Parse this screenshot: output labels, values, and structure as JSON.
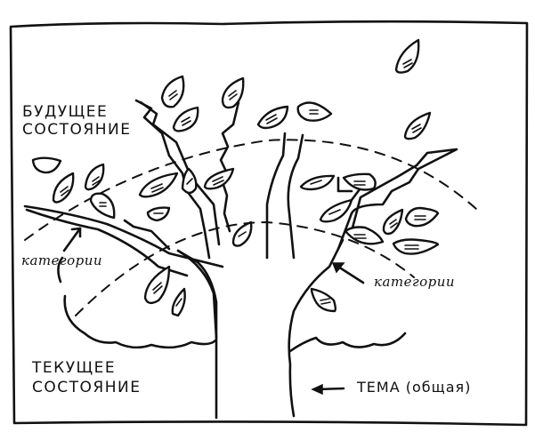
{
  "diagram": {
    "type": "hand-drawn concept tree",
    "frame": {
      "stroke_color": "#111111",
      "background": "#ffffff"
    },
    "labels": {
      "future_state_line1": "БУДУЩЕЕ",
      "future_state_line2": "СОСТОЯНИЕ",
      "current_state_line1": "ТЕКУЩЕЕ",
      "current_state_line2": "СОСТОЯНИЕ",
      "categories_left": "категории",
      "categories_right": "категории",
      "theme": "ТЕМА (общая)"
    },
    "icons": {
      "arrow_categories_left": "arrow-up-right",
      "arrow_categories_right": "arrow-up-left",
      "arrow_theme": "arrow-left"
    }
  }
}
